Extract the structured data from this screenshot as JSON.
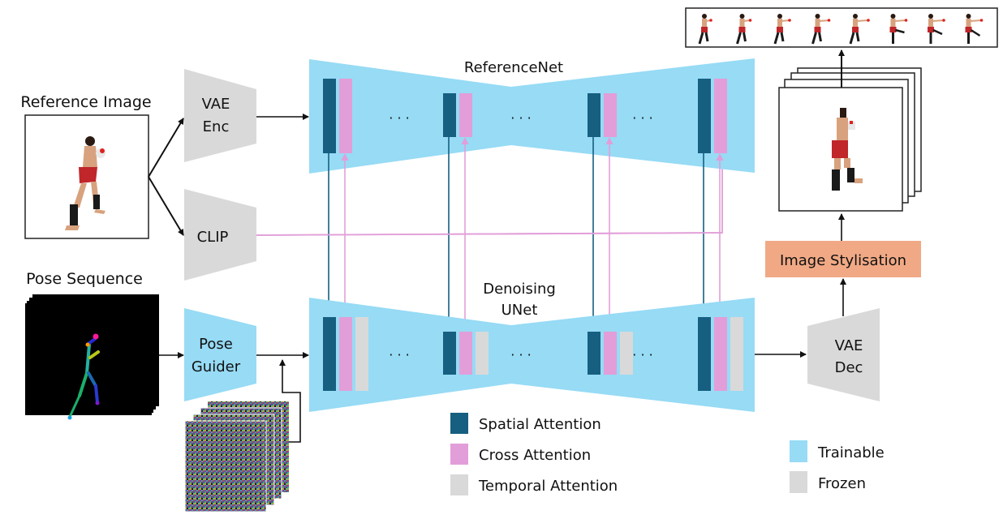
{
  "labels": {
    "reference_image": "Reference Image",
    "pose_sequence": "Pose Sequence",
    "vae_enc_line1": "VAE",
    "vae_enc_line2": "Enc",
    "clip": "CLIP",
    "pose_guider_line1": "Pose",
    "pose_guider_line2": "Guider",
    "referencenet": "ReferenceNet",
    "denoising_line1": "Denoising",
    "denoising_line2": "UNet",
    "vae_dec_line1": "VAE",
    "vae_dec_line2": "Dec",
    "image_stylisation": "Image Stylisation",
    "ellipsis": "· · ·"
  },
  "legend_attention": [
    {
      "label": "Spatial Attention",
      "color": "#165f80"
    },
    {
      "label": "Cross Attention",
      "color": "#e29ed9"
    },
    {
      "label": "Temporal Attention",
      "color": "#d9d9d9"
    }
  ],
  "legend_training": [
    {
      "label": "Trainable",
      "color": "#97dbf5"
    },
    {
      "label": "Frozen",
      "color": "#d9d9d9"
    }
  ],
  "colors": {
    "trainable": "#97dbf5",
    "frozen": "#d9d9d9",
    "spatial": "#165f80",
    "cross": "#e29ed9",
    "temporal": "#d9d9d9",
    "stylisation": "#f1a985",
    "arrow": "#111111"
  },
  "output_frames": 8
}
